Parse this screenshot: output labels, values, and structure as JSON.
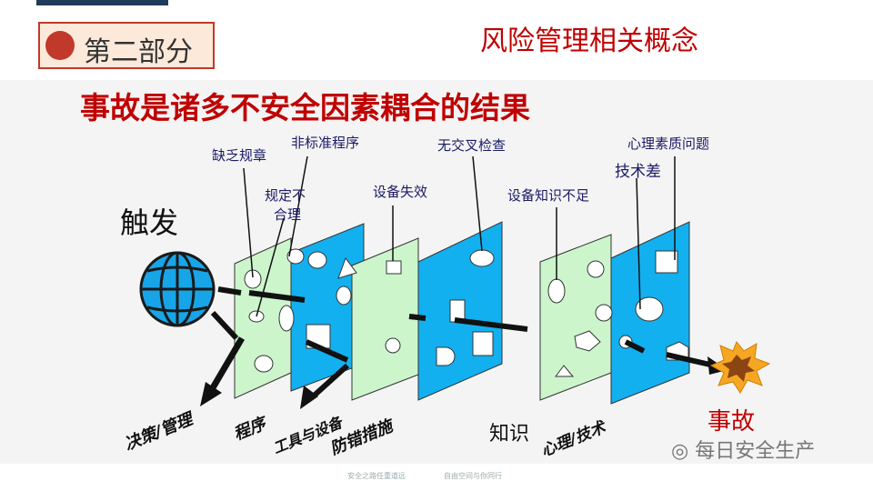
{
  "header": {
    "section_badge": "第二部分",
    "title": "风险管理相关概念"
  },
  "heading": "事故是诸多不安全因素耦合的结果",
  "diagram": {
    "trigger": "触发",
    "labels": {
      "lack_rules": "缺乏规章",
      "nonstandard": "非标准程序",
      "no_crosscheck": "无交叉检查",
      "psych": "心理素质问题",
      "rules_unreasonable_1": "规定不",
      "rules_unreasonable_2": "合理",
      "equip_fail": "设备失效",
      "lack_equip_knowledge": "设备知识不足",
      "poor_skill": "技术差"
    },
    "layers": [
      "决策/管理",
      "程序",
      "工具与设备",
      "防错措施",
      "知识",
      "心理/技术"
    ],
    "accident": "事故"
  },
  "footer": {
    "left": "安全之路任重道远",
    "right": "自由空间与你同行"
  },
  "watermark": "每日安全生产",
  "colors": {
    "light_plane": "#ccf5cc",
    "blue_plane": "#13b0f0",
    "accent": "#c00000"
  }
}
